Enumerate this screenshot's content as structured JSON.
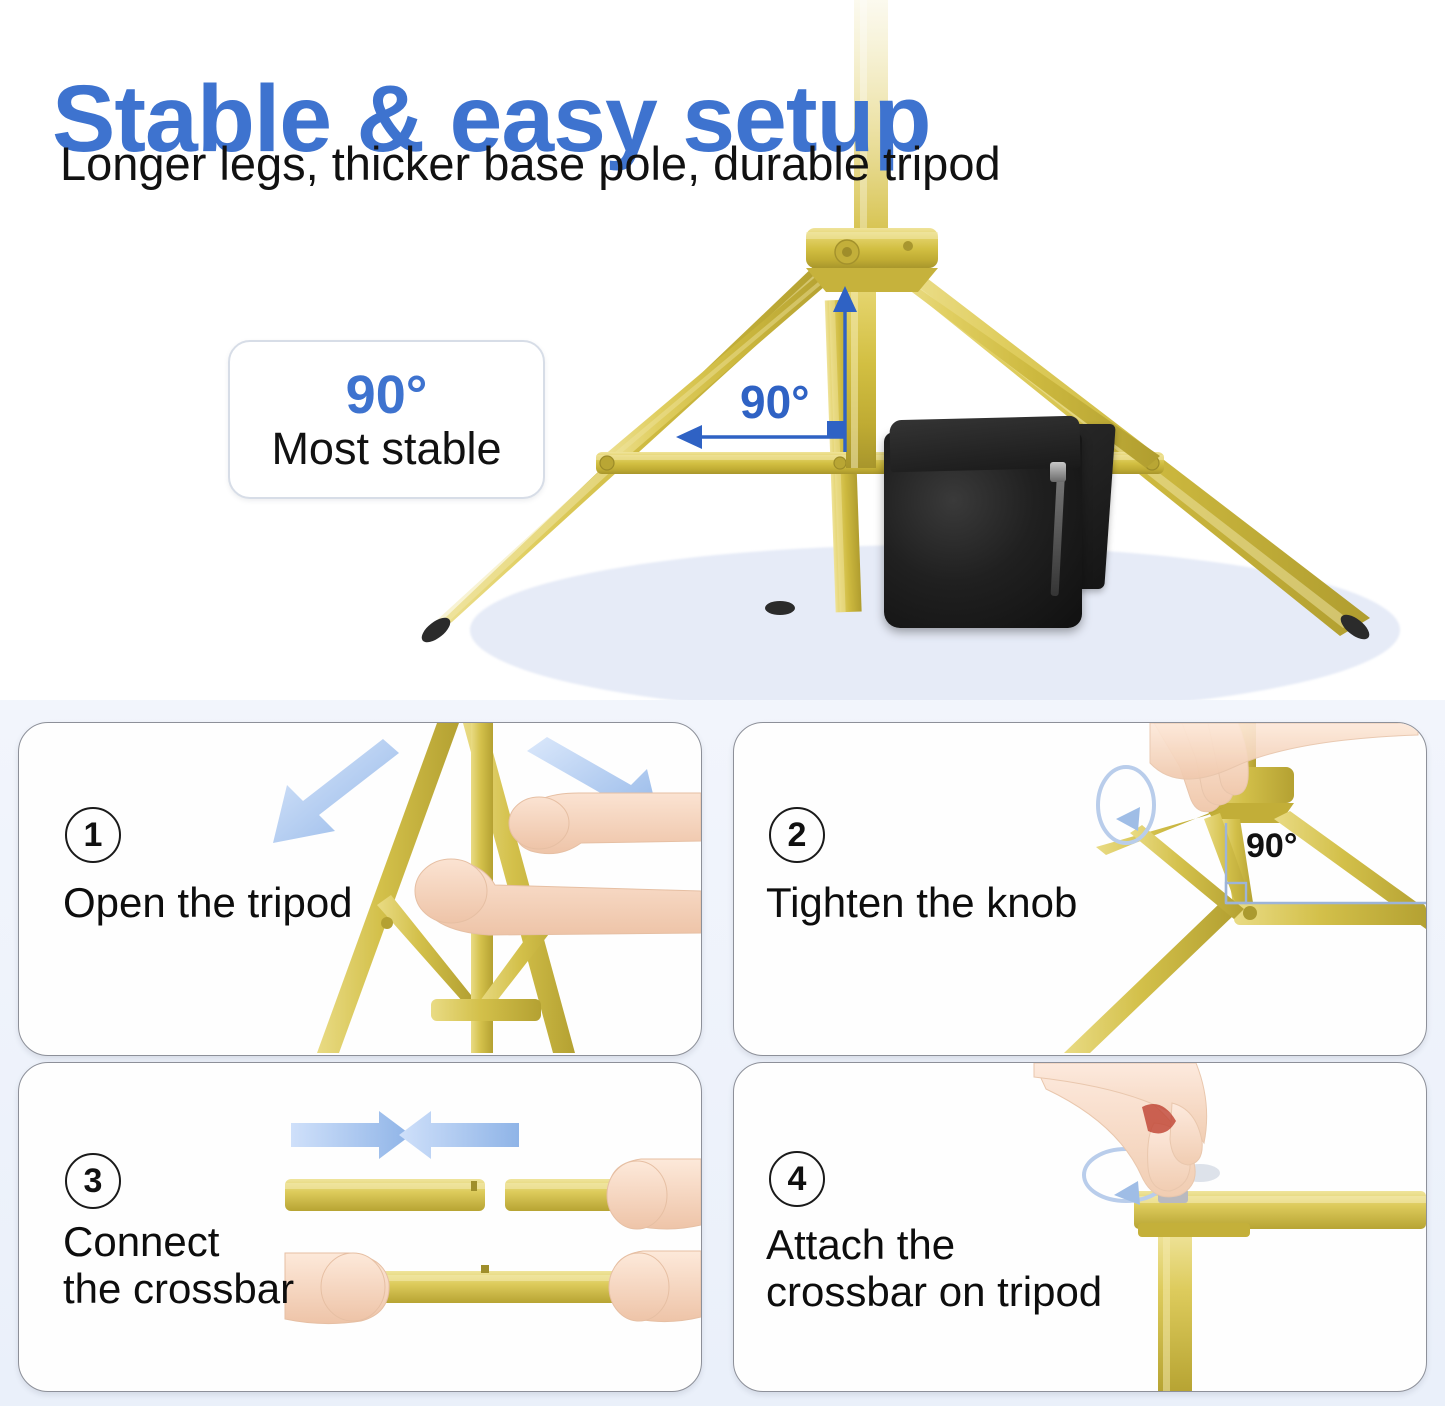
{
  "hero": {
    "title": "Stable & easy setup",
    "subtitle": "Longer legs, thicker base pole, durable tripod",
    "badge": {
      "degree": "90°",
      "label": "Most stable"
    },
    "angle_annotation": "90°",
    "colors": {
      "title_blue": "#3e73cf",
      "annotation_blue": "#2f62c4",
      "tripod_gold": "#d2c04a",
      "sandbag_black": "#1a1a1a",
      "floor_shadow": "#e6ebf7",
      "panel_border": "#8d9099",
      "page_background": "#ffffff"
    },
    "objects": [
      "tripod-stand",
      "sandbag-weight",
      "center-pole",
      "floor-shadow"
    ]
  },
  "steps": [
    {
      "number": "1",
      "caption": "Open the tripod",
      "illustration": "two-hands-spreading-tripod-legs",
      "arrows": [
        "down-left-arrow",
        "down-right-arrow"
      ]
    },
    {
      "number": "2",
      "caption": "Tighten the knob",
      "illustration": "hand-turning-knob-on-tripod-hub",
      "arrows": [
        "circular-rotation-arrow"
      ],
      "degree_label": "90°"
    },
    {
      "number": "3",
      "caption": "Connect\nthe crossbar",
      "illustration": "two-hands-joining-crossbar-sections",
      "arrows": [
        "right-arrow",
        "left-arrow"
      ]
    },
    {
      "number": "4",
      "caption": "Attach the\ncrossbar on tripod",
      "illustration": "hand-screwing-knob-onto-crossbar",
      "arrows": [
        "circular-rotation-arrow"
      ]
    }
  ]
}
